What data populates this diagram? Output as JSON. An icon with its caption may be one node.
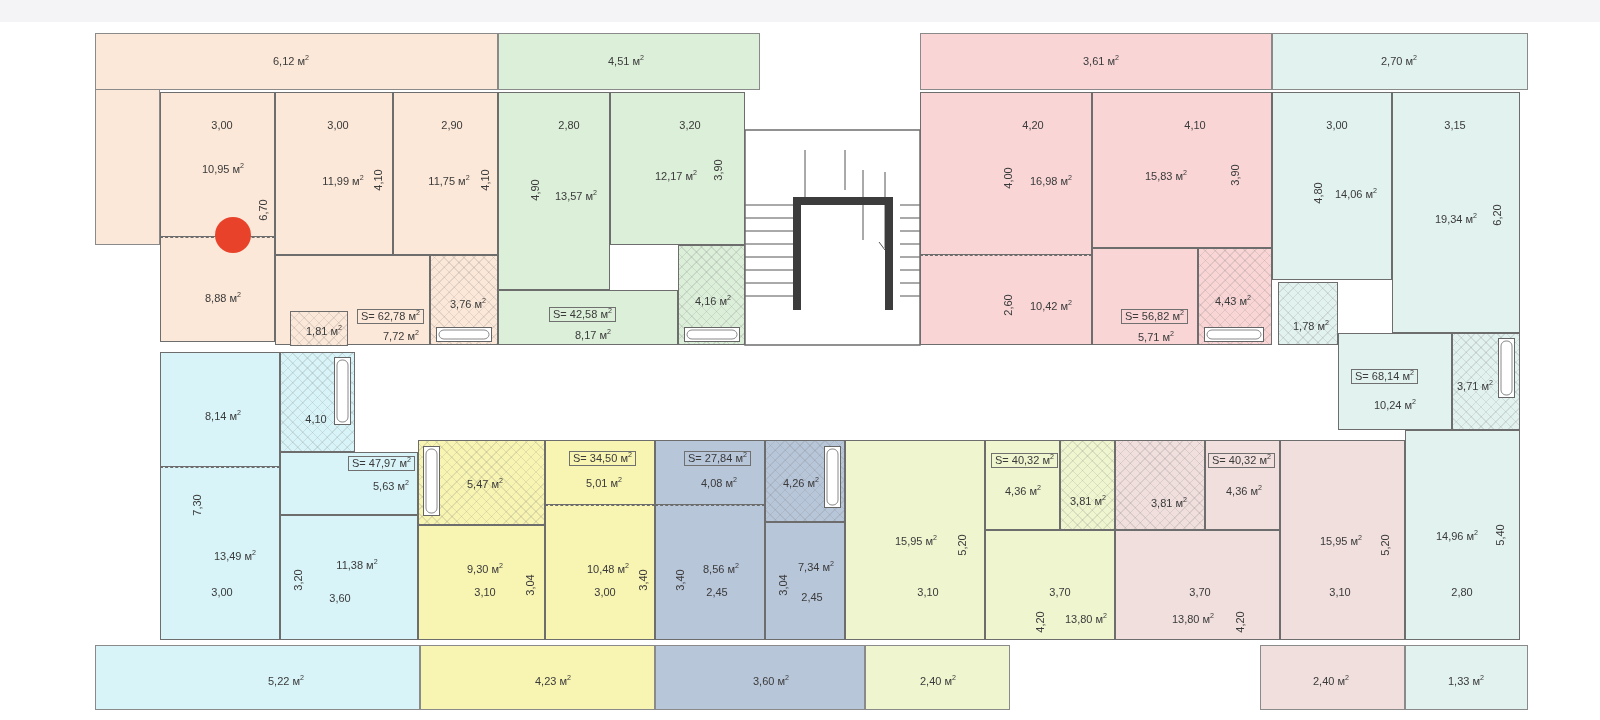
{
  "diagram": {
    "nodes": [
      {
        "text": [
          "6,12 м$^{2}$"
        ]
      },
      {
        "text": [
          "4,51 м$^{2}$"
        ]
      },
      {
        "text": [
          "3,61 м$^{2}$"
        ]
      },
      {
        "text": [
          "2,70 м$^{2}$"
        ]
      },
      {
        "text": [
          "10,95 м$^{2}$"
        ]
      },
      {
        "text": [
          "11,99 м$^{2}$"
        ]
      },
      {
        "text": [
          "11,75 м$^{2}$"
        ]
      },
      {
        "text": [
          "13,57 м$^{2}$"
        ]
      },
      {
        "text": [
          "12,17 м$^{2}$"
        ]
      },
      {
        "text": [
          "16,98 м$^{2}$"
        ]
      },
      {
        "text": [
          "15,83 м$^{2}$"
        ]
      },
      {
        "text": [
          "14,06 м$^{2}$"
        ]
      },
      {
        "text": [
          "19,34 м$^{2}$"
        ]
      },
      {
        "text": [
          "8,88 м$^{2}$"
        ]
      },
      {
        "text": [
          "7,72 м$^{2}$"
        ]
      },
      {
        "text": [
          "S= 62,78 м$^{2}$"
        ],
        "in": 14
      },
      {
        "text": [
          "1,81 м$^{2}$"
        ],
        "in": 14
      },
      {
        "text": [
          "3,76 м$^{2}$"
        ]
      },
      {
        "text": [
          "8,17 м$^{2}$"
        ]
      },
      {
        "text": [
          "S= 42,58 м$^{2}$"
        ],
        "in": 18
      },
      {
        "text": [
          "4,16 м$^{2}$"
        ]
      },
      {
        "text": [
          "10,42 м$^{2}$"
        ]
      },
      {
        "text": [
          "5,71 м$^{2}$"
        ]
      },
      {
        "text": [
          "S= 56,82 м$^{2}$"
        ],
        "in": 22
      },
      {
        "text": [
          "4,43 м$^{2}$"
        ]
      },
      {
        "text": [
          "1,78 м$^{2}$"
        ]
      },
      {
        "text": [
          "10,24 м$^{2}$"
        ]
      },
      {
        "text": [
          "S= 68,14 м$^{2}$"
        ],
        "in": 26
      },
      {
        "text": [
          "3,71 м$^{2}$"
        ]
      },
      {
        "text": [
          "8,14 м$^{2}$"
        ]
      },
      {
        "text": [
          "4,10"
        ]
      },
      {
        "text": [
          "5,63 м$^{2}$"
        ]
      },
      {
        "text": [
          "S= 47,97 м$^{2}$"
        ],
        "in": 31
      },
      {
        "text": [
          "13,49 м$^{2}$"
        ]
      },
      {
        "text": [
          "11,38 м$^{2}$"
        ]
      },
      {
        "text": [
          "5,47 м$^{2}$"
        ]
      },
      {
        "text": [
          "5,01 м$^{2}$"
        ]
      },
      {
        "text": [
          "S= 34,50 м$^{2}$"
        ],
        "in": 36
      },
      {
        "text": [
          "9,30 м$^{2}$"
        ]
      },
      {
        "text": [
          "10,48 м$^{2}$"
        ]
      },
      {
        "text": [
          "4,08 м$^{2}$"
        ]
      },
      {
        "text": [
          "S= 27,84 м$^{2}$"
        ],
        "in": 40
      },
      {
        "text": [
          "4,26 м$^{2}$"
        ]
      },
      {
        "text": [
          "8,56 м$^{2}$"
        ]
      },
      {
        "text": [
          "7,34 м$^{2}$"
        ]
      },
      {
        "text": [
          "15,95 м$^{2}$"
        ]
      },
      {
        "text": [
          "4,36 м$^{2}$"
        ]
      },
      {
        "text": [
          "S= 40,32 м$^{2}$"
        ],
        "in": 46
      },
      {
        "text": [
          "3,81 м$^{2}$"
        ]
      },
      {
        "text": [
          "13,80 м$^{2}$"
        ]
      },
      {
        "text": [
          "3,81 м$^{2}$"
        ]
      },
      {
        "text": [
          "4,36 м$^{2}$"
        ]
      },
      {
        "text": [
          "S= 40,32 м$^{2}$"
        ],
        "in": 51
      },
      {
        "text": [
          "13,80 м$^{2}$"
        ]
      },
      {
        "text": [
          "15,95 м$^{2}$"
        ]
      },
      {
        "text": [
          "14,96 м$^{2}$"
        ]
      },
      {
        "text": [
          "5,22 м$^{2}$"
        ]
      },
      {
        "text": [
          "4,23 м$^{2}$"
        ]
      },
      {
        "text": [
          "3,60 м$^{2}$"
        ]
      },
      {
        "text": [
          "2,40 м$^{2}$"
        ]
      },
      {
        "text": [
          "2,40 м$^{2}$"
        ]
      },
      {
        "text": [
          "1,33 м$^{2}$"
        ]
      },
      {
        "text": [],
        "shape": "box"
      }
    ],
    "labels": [
      "3,00",
      "3,00",
      "2,90",
      "2,80",
      "3,20",
      "4,20",
      "4,10",
      "3,00",
      "3,15",
      "6,70",
      "4,10",
      "4,10",
      "4,90",
      "3,90",
      "4,00",
      "3,90",
      "4,80",
      "6,20",
      "2,60",
      "7,30",
      "5,20",
      "5,20",
      "5,40",
      "3,00",
      "3,20",
      "3,60",
      "3,10",
      "3,04",
      "3,00",
      "3,40",
      "3,40",
      "2,45",
      "3,04",
      "2,45",
      "3,10",
      "3,70",
      "3,70",
      "3,10",
      "2,80",
      "4,20",
      "4,20"
    ]
  }
}
